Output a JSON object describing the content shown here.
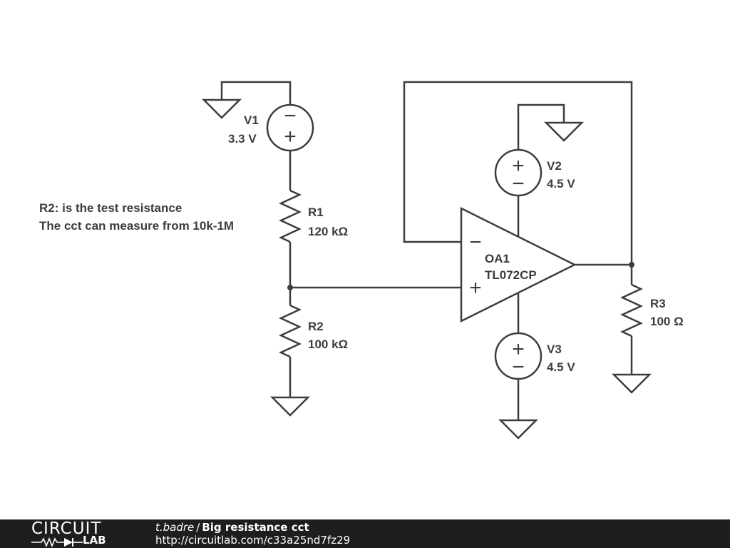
{
  "schematic": {
    "annotation": {
      "line1": "R2: is the test resistance",
      "line2": "The cct can measure from 10k-1M"
    },
    "components": {
      "v1": {
        "name": "V1",
        "value": "3.3 V"
      },
      "v2": {
        "name": "V2",
        "value": "4.5 V"
      },
      "v3": {
        "name": "V3",
        "value": "4.5 V"
      },
      "r1": {
        "name": "R1",
        "value": "120 kΩ"
      },
      "r2": {
        "name": "R2",
        "value": "100 kΩ"
      },
      "r3": {
        "name": "R3",
        "value": "100 Ω"
      },
      "oa1": {
        "name": "OA1",
        "part": "TL072CP"
      }
    },
    "colors": {
      "stroke": "#3d3d3d",
      "footer_bg": "#1e1e1e"
    }
  },
  "footer": {
    "logo_top": "CIRCUIT",
    "logo_bottom": "LAB",
    "author": "t.badre",
    "separator": "/",
    "title": "Big resistance cct",
    "url": "http://circuitlab.com/c33a25nd7fz29"
  }
}
